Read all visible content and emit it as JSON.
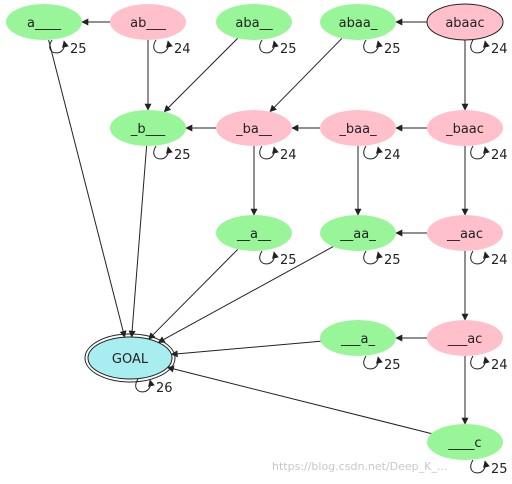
{
  "colors": {
    "green": "#98f598",
    "pink": "#ffc0cb",
    "cyan": "#a8eef0",
    "stroke": "#222222"
  },
  "nodes": [
    {
      "id": "a____",
      "label": "a____",
      "type": "green",
      "loop": "25"
    },
    {
      "id": "ab___",
      "label": "ab___",
      "type": "pink",
      "loop": "24"
    },
    {
      "id": "aba__",
      "label": "aba__",
      "type": "green",
      "loop": "25"
    },
    {
      "id": "abaa_",
      "label": "abaa_",
      "type": "green",
      "loop": "25"
    },
    {
      "id": "abaac",
      "label": "abaac",
      "type": "pink-start",
      "loop": "24"
    },
    {
      "id": "_b___",
      "label": "_b___",
      "type": "green",
      "loop": "25"
    },
    {
      "id": "_ba__",
      "label": "_ba__",
      "type": "pink",
      "loop": "24"
    },
    {
      "id": "_baa_",
      "label": "_baa_",
      "type": "pink",
      "loop": "24"
    },
    {
      "id": "_baac",
      "label": "_baac",
      "type": "pink",
      "loop": "24"
    },
    {
      "id": "__a__",
      "label": "__a__",
      "type": "green",
      "loop": "25"
    },
    {
      "id": "__aa_",
      "label": "__aa_",
      "type": "green",
      "loop": "25"
    },
    {
      "id": "__aac",
      "label": "__aac",
      "type": "pink",
      "loop": "24"
    },
    {
      "id": "GOAL",
      "label": "GOAL",
      "type": "goal",
      "loop": "26"
    },
    {
      "id": "___a_",
      "label": "___a_",
      "type": "green",
      "loop": "25"
    },
    {
      "id": "___ac",
      "label": "___ac",
      "type": "pink",
      "loop": "24"
    },
    {
      "id": "____c",
      "label": "____c",
      "type": "green",
      "loop": "25"
    }
  ],
  "edges": [
    [
      "ab___",
      "a____"
    ],
    [
      "abaac",
      "abaa_"
    ],
    [
      "ab___",
      "_b___"
    ],
    [
      "aba__",
      "_b___"
    ],
    [
      "abaa_",
      "_ba__"
    ],
    [
      "abaac",
      "_baac"
    ],
    [
      "_ba__",
      "_b___"
    ],
    [
      "_baa_",
      "_ba__"
    ],
    [
      "_baac",
      "_baa_"
    ],
    [
      "_ba__",
      "__a__"
    ],
    [
      "_baa_",
      "__aa_"
    ],
    [
      "_baac",
      "__aac"
    ],
    [
      "__aac",
      "__aa_"
    ],
    [
      "__aac",
      "___ac"
    ],
    [
      "___ac",
      "___a_"
    ],
    [
      "___ac",
      "____c"
    ],
    [
      "a____",
      "GOAL"
    ],
    [
      "_b___",
      "GOAL"
    ],
    [
      "__a__",
      "GOAL"
    ],
    [
      "__aa_",
      "GOAL"
    ],
    [
      "___a_",
      "GOAL"
    ],
    [
      "____c",
      "GOAL"
    ]
  ],
  "watermark": "https://blog.csdn.net/Deep_K_..."
}
